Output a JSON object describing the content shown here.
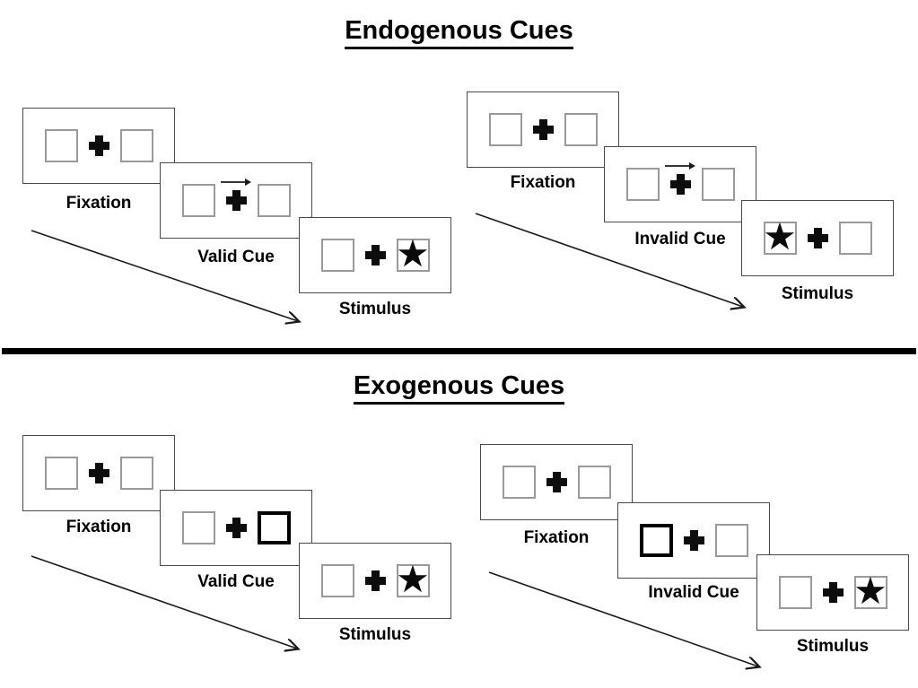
{
  "diagram": {
    "sections": [
      {
        "title": "Endogenous Cues",
        "panels": [
          {
            "name": "endogenous-valid",
            "cards": [
              {
                "label": "Fixation",
                "cue": "none",
                "star": "none"
              },
              {
                "label": "Valid Cue",
                "cue": "arrow-right-above-fixation",
                "star": "none"
              },
              {
                "label": "Stimulus",
                "cue": "none",
                "star": "right-box"
              }
            ]
          },
          {
            "name": "endogenous-invalid",
            "cards": [
              {
                "label": "Fixation",
                "cue": "none",
                "star": "none"
              },
              {
                "label": "Invalid Cue",
                "cue": "arrow-right-above-fixation",
                "star": "none"
              },
              {
                "label": "Stimulus",
                "cue": "none",
                "star": "left-box"
              }
            ]
          }
        ]
      },
      {
        "title": "Exogenous Cues",
        "panels": [
          {
            "name": "exogenous-valid",
            "cards": [
              {
                "label": "Fixation",
                "cue": "none",
                "star": "none"
              },
              {
                "label": "Valid Cue",
                "cue": "thick-box-right",
                "star": "none"
              },
              {
                "label": "Stimulus",
                "cue": "none",
                "star": "right-box"
              }
            ]
          },
          {
            "name": "exogenous-invalid",
            "cards": [
              {
                "label": "Fixation",
                "cue": "none",
                "star": "none"
              },
              {
                "label": "Invalid Cue",
                "cue": "thick-box-left",
                "star": "none"
              },
              {
                "label": "Stimulus",
                "cue": "none",
                "star": "right-box"
              }
            ]
          }
        ]
      }
    ],
    "glyphs": {
      "star": "★"
    },
    "colors": {
      "background": "#ffffff",
      "ink": "#000000",
      "card_border": "#4a4a4a",
      "square_border": "#9a9a9a"
    }
  }
}
